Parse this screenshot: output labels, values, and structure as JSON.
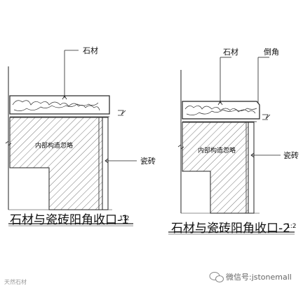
{
  "left_detail": {
    "label_stone": "石材",
    "label_inner": "内部构造忽略",
    "label_tile": "瓷砖",
    "title": "石材与瓷砖阳角收口-1",
    "scale": "1:2"
  },
  "right_detail": {
    "label_stone": "石材",
    "label_chamfer": "倒角",
    "label_inner": "内部构造忽略",
    "label_tile": "瓷砖",
    "title": "石材与瓷砖阳角收口-2",
    "scale": "1:2"
  },
  "watermarks": {
    "wechat_label": "微信号:jstonemall",
    "corner_label": "天然石材"
  }
}
